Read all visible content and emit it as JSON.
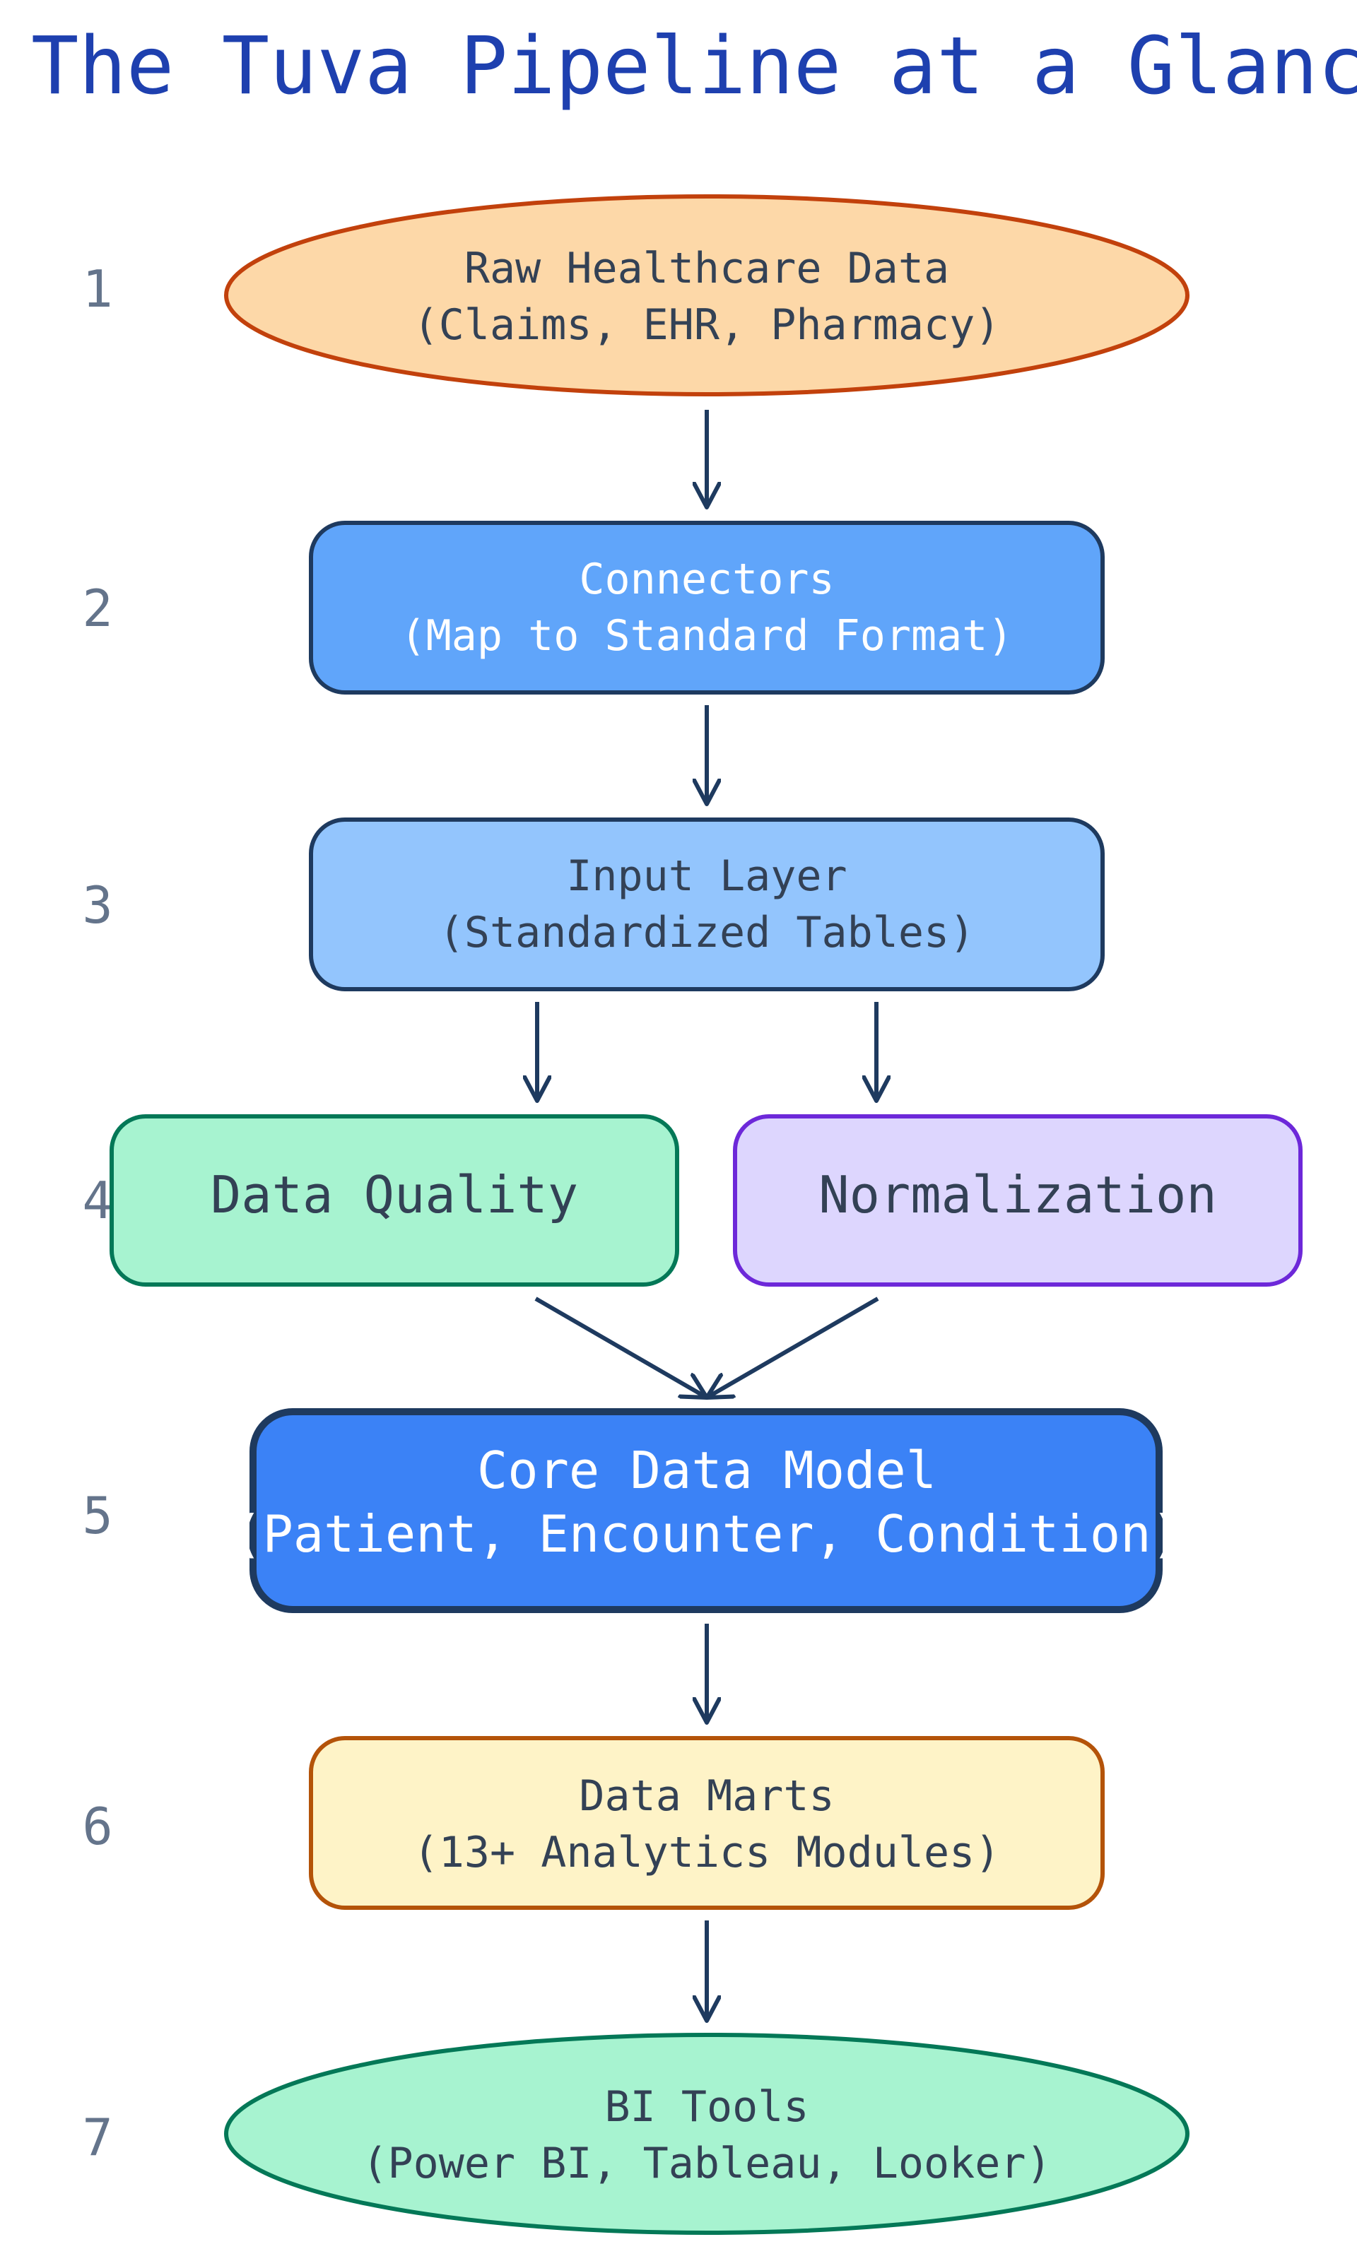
{
  "title": "The Tuva Pipeline at a Glance",
  "colors": {
    "title": "#1e40af",
    "step_number": "#64748b",
    "arrow": "#1e3a5f",
    "dark_text": "#334155",
    "light_text": "#ffffff"
  },
  "steps": [
    {
      "number": "1",
      "label": "Raw Healthcare Data",
      "sublabel": "(Claims, EHR, Pharmacy)",
      "fill": "#fdd8a8",
      "stroke": "#c2410c"
    },
    {
      "number": "2",
      "label": "Connectors",
      "sublabel": "(Map to Standard Format)",
      "fill": "#60a5fa",
      "stroke": "#1e3a5f"
    },
    {
      "number": "3",
      "label": "Input Layer",
      "sublabel": "(Standardized Tables)",
      "fill": "#93c5fd",
      "stroke": "#1e3a5f"
    },
    {
      "number": "4",
      "left_label": "Data Quality",
      "left_fill": "#a7f3d0",
      "left_stroke": "#047857",
      "right_label": "Normalization",
      "right_fill": "#ddd6fe",
      "right_stroke": "#6d28d9"
    },
    {
      "number": "5",
      "label": "Core Data Model",
      "sublabel": "(Patient, Encounter, Condition)",
      "fill": "#3b82f6",
      "stroke": "#1e3a5f"
    },
    {
      "number": "6",
      "label": "Data Marts",
      "sublabel": "(13+ Analytics Modules)",
      "fill": "#fef3c7",
      "stroke": "#b45309"
    },
    {
      "number": "7",
      "label": "BI Tools",
      "sublabel": "(Power BI, Tableau, Looker)",
      "fill": "#a7f3d0",
      "stroke": "#047857"
    }
  ]
}
